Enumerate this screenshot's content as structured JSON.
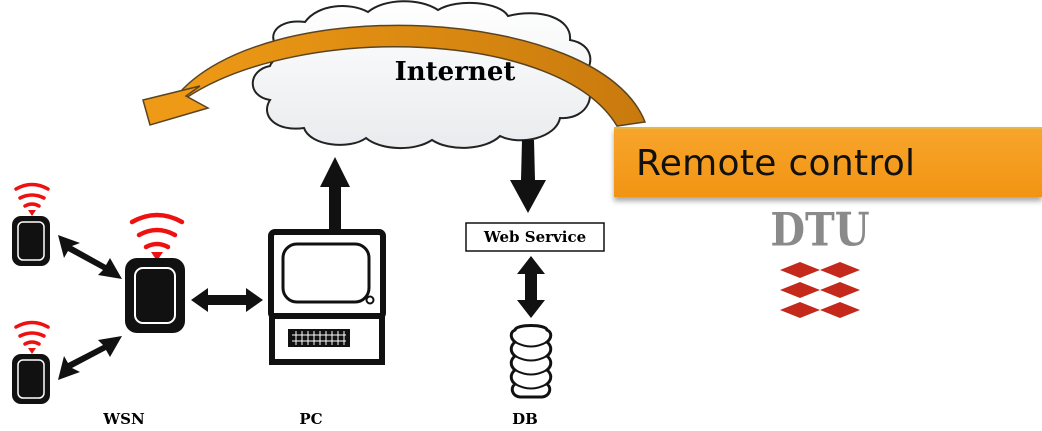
{
  "cloud": {
    "label": "Internet"
  },
  "web_service": {
    "label": "Web Service"
  },
  "remote_control": {
    "label": "Remote control"
  },
  "captions": {
    "wsn": "WSN",
    "pc": "PC",
    "db": "DB"
  },
  "logo": {
    "text": "DTU",
    "color": "#c4291c",
    "text_color": "#8a8a8a"
  },
  "colors": {
    "signal": "#ee1111",
    "arrow_orange": "#ee9a16",
    "box_orange": "#f59b1f"
  }
}
